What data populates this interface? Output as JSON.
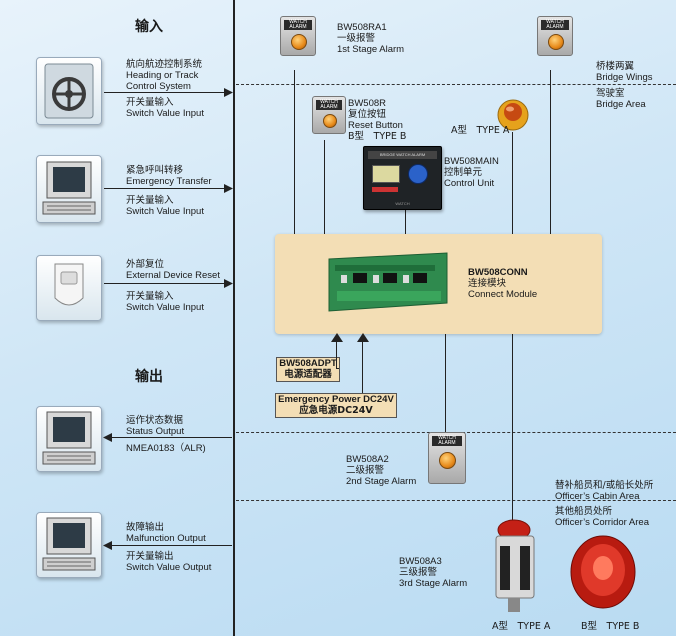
{
  "sections": {
    "input": "输入",
    "output": "输出"
  },
  "inputs": [
    {
      "zh": "航向航迹控制系统",
      "en1": "Heading or Track",
      "en2": "Control System",
      "type_zh": "开关量输入",
      "type_en": "Switch Value Input"
    },
    {
      "zh": "紧急呼叫转移",
      "en1": "Emergency Transfer",
      "type_zh": "开关量输入",
      "type_en": "Switch Value Input"
    },
    {
      "zh": "外部复位",
      "en1": "External Device Reset",
      "type_zh": "开关量输入",
      "type_en": "Switch Value Input"
    }
  ],
  "outputs": [
    {
      "zh": "运作状态数据",
      "en1": "Status Output",
      "en2": "NMEA0183（ALR)"
    },
    {
      "zh": "故障输出",
      "en1": "Malfunction Output",
      "type_zh": "开关量输出",
      "type_en": "Switch Value Output"
    }
  ],
  "areas": [
    {
      "zh": "桥楼两翼",
      "en": "Bridge Wings"
    },
    {
      "zh": "驾驶室",
      "en": "Bridge Area"
    },
    {
      "zh": "替补船员和/或船长处所",
      "en": "Officer’s Cabin Area"
    },
    {
      "zh": "其他船员处所",
      "en": "Officer’s Corridor Area"
    }
  ],
  "devices": {
    "ra1": {
      "model": "BW508RA1",
      "zh": "一级报警",
      "en": "1st Stage Alarm"
    },
    "r": {
      "model": "BW508R",
      "zh": "复位按钮",
      "en": "Reset Button",
      "type_b": "B型　TYPE B",
      "type_a": "A型　TYPE A"
    },
    "main": {
      "model": "BW508MAIN",
      "zh": "控制单元",
      "en": "Control Unit",
      "panel_title": "BRIDGE WATCH ALARM",
      "panel_brand": "WATCH"
    },
    "conn": {
      "model": "BW508CONN",
      "zh": "连接模块",
      "en": "Connect Module"
    },
    "adpt": {
      "model": "BW508ADPT",
      "zh": "电源适配器"
    },
    "power": {
      "en": "Emergency Power DC24V",
      "zh": "应急电源DC24V"
    },
    "a2": {
      "model": "BW508A2",
      "zh": "二级报警",
      "en": "2nd Stage Alarm"
    },
    "a3": {
      "model": "BW508A3",
      "zh": "三级报警",
      "en": "3rd Stage Alarm",
      "type_a": "A型　TYPE A",
      "type_b": "B型　TYPE B"
    }
  },
  "alarm_label": "WATCH ALARM"
}
